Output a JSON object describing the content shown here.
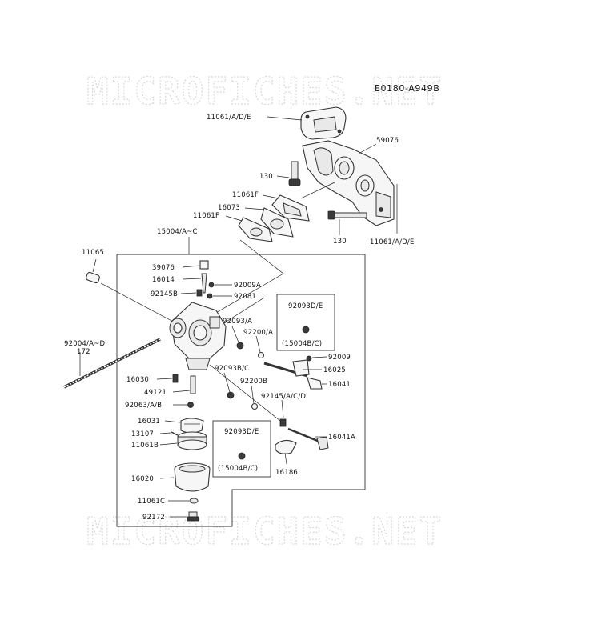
{
  "diagram_code": "E0180-A949B",
  "watermark": "MICROFICHES.NET",
  "parts": {
    "gasket_top": "11061/A/D/E",
    "manifold": "59076",
    "bolt_left": "130",
    "gasket_f1": "11061F",
    "spacer": "16073",
    "gasket_f2": "11061F",
    "bolt_right": "130",
    "gasket_right": "11061/A/D/E",
    "carb_assembly": "15004/A~C",
    "pipe": "11065",
    "cap": "39076",
    "needle": "16014",
    "oring_a": "92009A",
    "spring_b": "92145B",
    "spring_81": "92081",
    "stud": "92004/A~D",
    "stud_length": "172",
    "seal_a": "92093/A",
    "washer_a": "92200/A",
    "screw_92009": "92009",
    "throttle_shaft": "16025",
    "lever_16041": "16041",
    "jet": "16030",
    "jet_49121": "49121",
    "seal_bc": "92093B/C",
    "washer_b": "92200B",
    "spring_acd": "92145/A/C/D",
    "oring_ab": "92063/A/B",
    "float": "16031",
    "pin": "13107",
    "gasket_b": "11061B",
    "choke_lever": "16041A",
    "plate": "16186",
    "bowl": "16020",
    "gasket_c": "11061C",
    "plug": "92172"
  },
  "note_boxes": [
    {
      "part": "92093D/E",
      "ref": "(15004B/C)"
    },
    {
      "part": "92093D/E",
      "ref": "(15004B/C)"
    }
  ]
}
